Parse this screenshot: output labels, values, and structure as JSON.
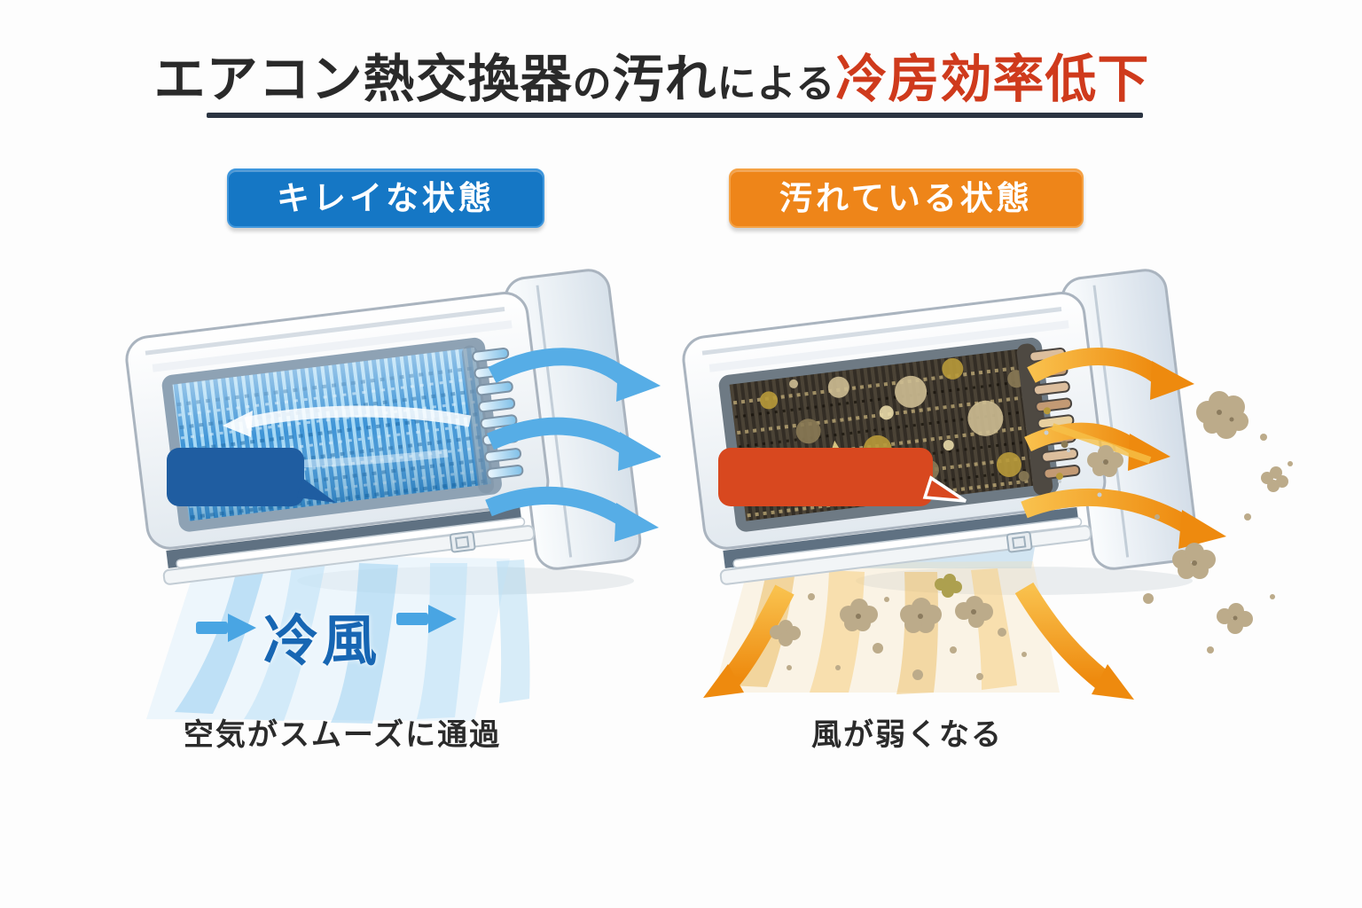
{
  "background_color": "#ffffff",
  "title": {
    "segment_black_1": "エアコン熱交換器",
    "segment_black_small_1": "の",
    "segment_black_2": "汚れ",
    "segment_black_small_2": "による",
    "segment_red": "冷房効率低下",
    "black_color": "#2a2a2a",
    "red_color": "#cf3a1c",
    "underline_color": "#2b3442"
  },
  "clean_panel": {
    "badge_label": "キレイな状態",
    "badge_color": "#1577c5",
    "badge_text_color": "#ffffff",
    "airflow_label": "冷風",
    "airflow_label_color": "#1766b3",
    "caption": "空気がスムーズに通過",
    "arrow_color": "#56ade6",
    "coil_color": "#3e94d6",
    "bubble_color": "#1f5da1"
  },
  "dirty_panel": {
    "badge_label": "汚れている状態",
    "badge_color": "#ee8519",
    "badge_text_color": "#ffffff",
    "caption": "風が弱くなる",
    "arrow_color": "#f0941a",
    "coil_color": "#38322a",
    "mold_colors": [
      "#b89a3a",
      "#cdbd92",
      "#8a7a55"
    ],
    "dust_color": "#bcab8a",
    "bubble_color": "#d8481f"
  },
  "caption_color": "#2b2b2b"
}
